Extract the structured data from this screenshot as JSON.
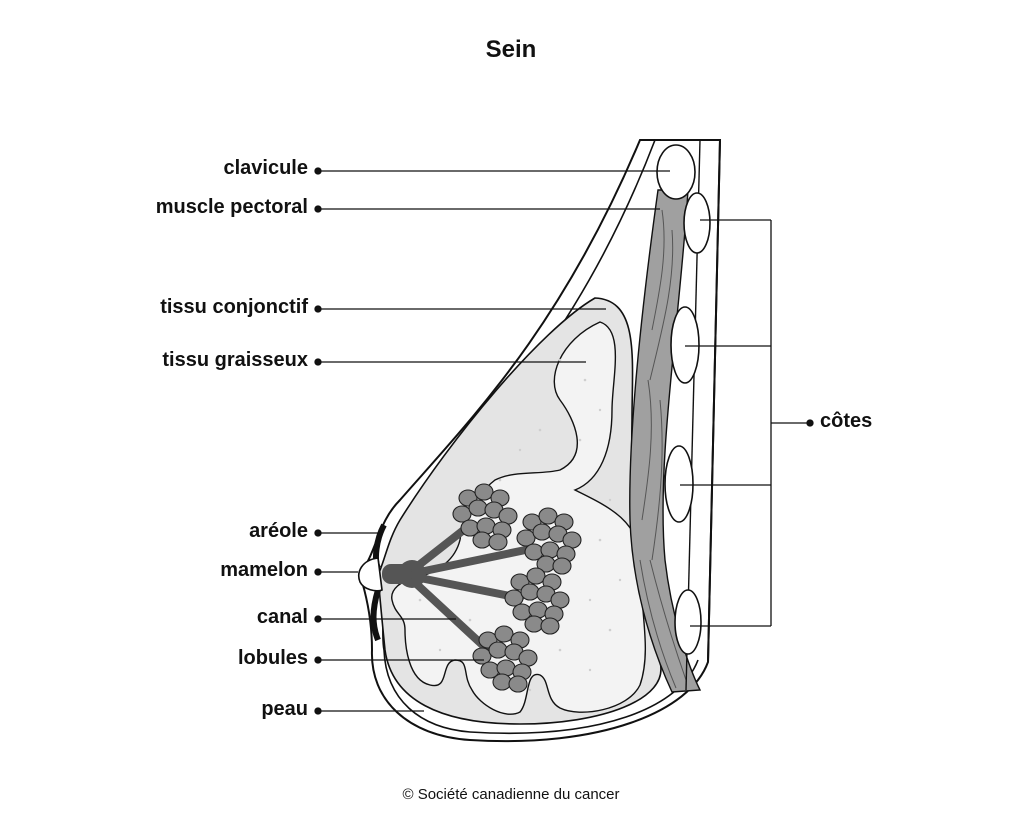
{
  "title": "Sein",
  "credit": "© Société canadienne du cancer",
  "labels": {
    "clavicule": "clavicule",
    "muscle_pectoral": "muscle pectoral",
    "tissu_conjonctif": "tissu conjonctif",
    "tissu_graisseux": "tissu graisseux",
    "areole": "aréole",
    "mamelon": "mamelon",
    "canal": "canal",
    "lobules": "lobules",
    "peau": "peau",
    "cotes": "côtes"
  }
}
